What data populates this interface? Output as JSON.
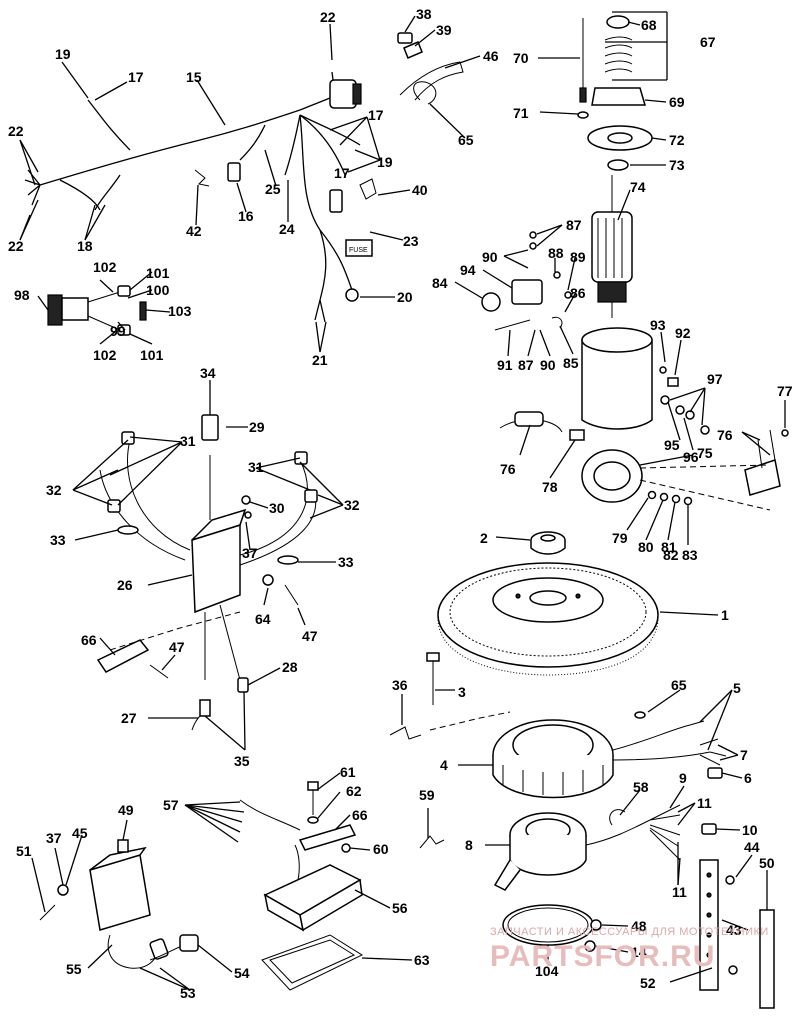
{
  "watermark": {
    "line1": "ЗАПЧАСТИ И АКСЕССУАРЫ ДЛЯ МОТОТЕХНИКИ",
    "line2": "PARTSFOR.RU"
  },
  "callouts": {
    "c1": "1",
    "c2": "2",
    "c3": "3",
    "c4": "4",
    "c5": "5",
    "c6": "6",
    "c7": "7",
    "c8": "8",
    "c9": "9",
    "c10": "10",
    "c11a": "11",
    "c11b": "11",
    "c14": "14",
    "c15": "15",
    "c16": "16",
    "c17a": "17",
    "c17b": "17",
    "c17c": "17",
    "c18": "18",
    "c19a": "19",
    "c19b": "19",
    "c20": "20",
    "c21": "21",
    "c22a": "22",
    "c22b": "22",
    "c22c": "22",
    "c23": "23",
    "c24": "24",
    "c25": "25",
    "c26": "26",
    "c27": "27",
    "c28": "28",
    "c29": "29",
    "c30": "30",
    "c31a": "31",
    "c31b": "31",
    "c32a": "32",
    "c32b": "32",
    "c33a": "33",
    "c33b": "33",
    "c34": "34",
    "c35": "35",
    "c36": "36",
    "c37a": "37",
    "c37b": "37",
    "c38": "38",
    "c39": "39",
    "c40": "40",
    "c42": "42",
    "c43": "43",
    "c44": "44",
    "c45": "45",
    "c46": "46",
    "c47a": "47",
    "c47b": "47",
    "c48": "48",
    "c49": "49",
    "c50": "50",
    "c51": "51",
    "c52": "52",
    "c53": "53",
    "c54": "54",
    "c55": "55",
    "c56": "56",
    "c57": "57",
    "c58": "58",
    "c59": "59",
    "c60": "60",
    "c61": "61",
    "c62": "62",
    "c63": "63",
    "c64": "64",
    "c65a": "65",
    "c65b": "65",
    "c66a": "66",
    "c66b": "66",
    "c67": "67",
    "c68": "68",
    "c69": "69",
    "c70": "70",
    "c71": "71",
    "c72": "72",
    "c73": "73",
    "c74": "74",
    "c75": "75",
    "c76a": "76",
    "c76b": "76",
    "c77": "77",
    "c78": "78",
    "c79": "79",
    "c80": "80",
    "c81": "81",
    "c82": "82",
    "c83": "83",
    "c84": "84",
    "c85": "85",
    "c86": "86",
    "c87a": "87",
    "c87b": "87",
    "c88": "88",
    "c89": "89",
    "c90a": "90",
    "c90b": "90",
    "c91": "91",
    "c92": "92",
    "c93": "93",
    "c94": "94",
    "c95": "95",
    "c96": "96",
    "c97": "97",
    "c98": "98",
    "c99": "99",
    "c100": "100",
    "c101a": "101",
    "c101b": "101",
    "c102a": "102",
    "c102b": "102",
    "c103": "103",
    "c104": "104"
  },
  "part_tags": {
    "fuse_tag": "FUSE"
  }
}
